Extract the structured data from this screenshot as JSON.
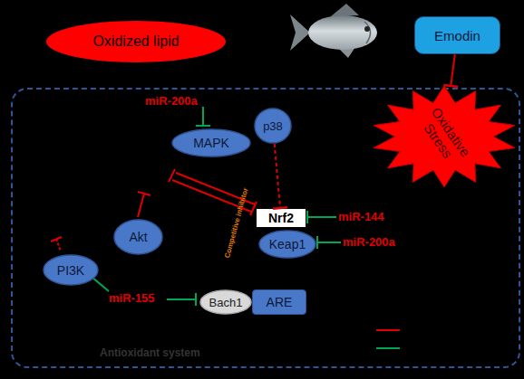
{
  "diagram": {
    "nodes": [
      {
        "text": [
          "Oxidized lipid"
        ]
      },
      {
        "text": [
          "Emodin"
        ]
      },
      {
        "text": [
          "Oxidative Stress"
        ]
      },
      {
        "text": [
          "Antioxidant system"
        ]
      },
      {
        "text": [
          "MAPK"
        ],
        "in": 3
      },
      {
        "text": [
          "p38"
        ],
        "in": 3
      },
      {
        "text": [
          "Akt"
        ],
        "in": 3
      },
      {
        "text": [
          "Nrf2"
        ],
        "in": 3
      },
      {
        "text": [
          "Keap1"
        ],
        "in": 3
      },
      {
        "text": [
          "PI3K"
        ],
        "in": 3
      },
      {
        "text": [
          "Bach1"
        ],
        "in": 3
      },
      {
        "text": [
          "ARE"
        ],
        "in": 3
      }
    ],
    "edges": [
      {
        "from": 1,
        "to": 2,
        "arrow": "to"
      },
      {
        "from": 5,
        "to": 7,
        "arrow": "to"
      }
    ],
    "labels": [
      "miR-200a",
      "miR-144",
      "miR-200a",
      "Competitive inhibitor",
      "miR-155"
    ]
  }
}
